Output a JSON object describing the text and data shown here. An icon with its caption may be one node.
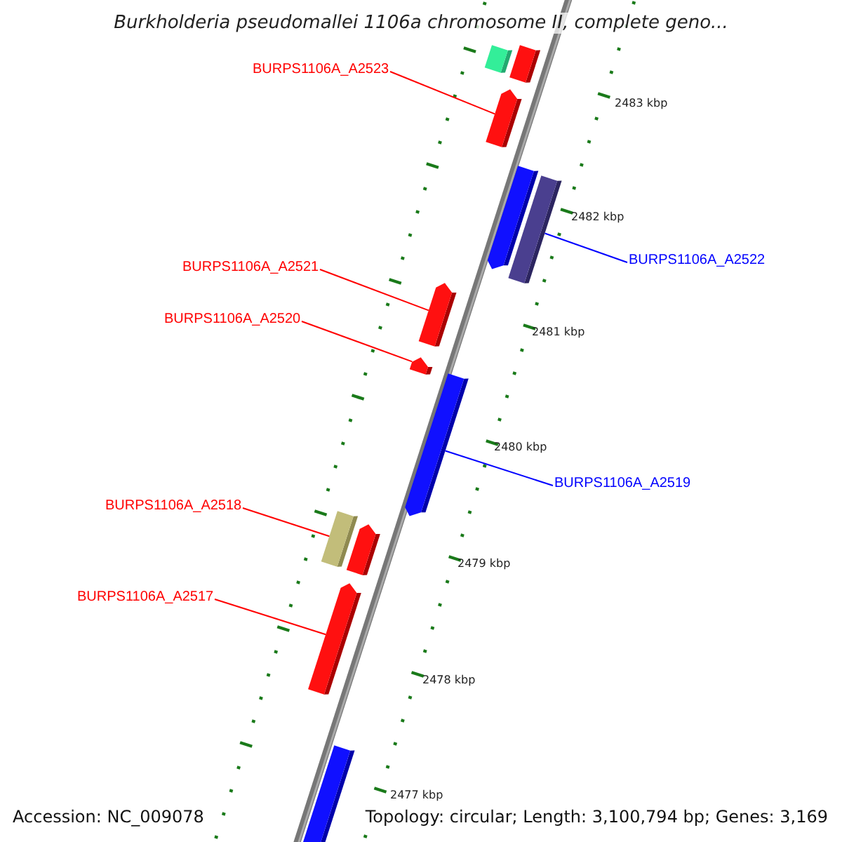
{
  "diagram": {
    "title": "Burkholderia pseudomallei 1106a chromosome II, complete geno...",
    "nodes": [
      {
        "text": [],
        "shape": "bar"
      },
      {
        "text": [],
        "shape": "bar"
      },
      {
        "text": [
          "BURPS1106A_A2523"
        ]
      },
      {
        "text": [],
        "shape": "bar"
      },
      {
        "text": [],
        "shape": "bar"
      },
      {
        "text": [],
        "shape": "bar"
      },
      {
        "text": [
          "BURPS1106A_A2522"
        ]
      },
      {
        "text": [
          "BURPS1106A_A2521"
        ]
      },
      {
        "text": [],
        "shape": "bar"
      },
      {
        "text": [
          "BURPS1106A_A2520"
        ]
      },
      {
        "text": [],
        "shape": "bar"
      },
      {
        "text": [],
        "shape": "bar"
      },
      {
        "text": [
          "BURPS1106A_A2519"
        ]
      },
      {
        "text": [
          "BURPS1106A_A2518"
        ]
      },
      {
        "text": [],
        "shape": "bar"
      },
      {
        "text": [],
        "shape": "bar"
      },
      {
        "text": [
          "BURPS1106A_A2517"
        ]
      },
      {
        "text": [],
        "shape": "bar"
      },
      {
        "text": [],
        "shape": "bar"
      }
    ],
    "edges": [
      {
        "from": 2,
        "to": 3,
        "arrow": "none"
      },
      {
        "from": 6,
        "to": 5,
        "arrow": "none",
        "color": "#0000ff"
      },
      {
        "from": 7,
        "to": 8,
        "arrow": "none"
      },
      {
        "from": 9,
        "to": 10,
        "arrow": "none"
      },
      {
        "from": 12,
        "to": 11,
        "arrow": "none",
        "color": "#0000ff"
      },
      {
        "from": 13,
        "to": 14,
        "arrow": "none"
      },
      {
        "from": 16,
        "to": 17,
        "arrow": "none"
      }
    ],
    "labels": [
      "2483 kbp",
      "2482 kbp",
      "2481 kbp",
      "2480 kbp",
      "2479 kbp",
      "2478 kbp",
      "2477 kbp",
      "Accession: NC_009078",
      "Topology: circular; Length: 3,100,794 bp; Genes: 3,169"
    ]
  }
}
